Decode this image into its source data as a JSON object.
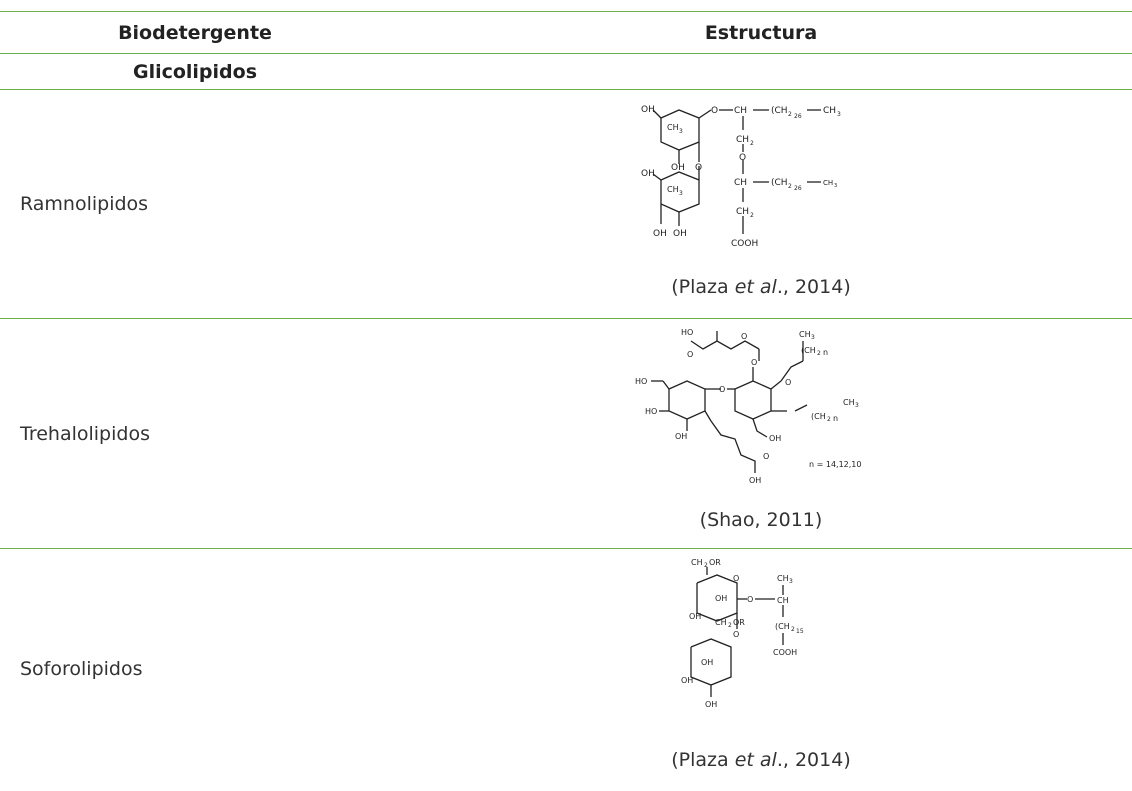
{
  "table": {
    "headers": {
      "col1": "Biodetergente",
      "col2": "Estructura"
    },
    "section_label": "Glicolipidos",
    "rows": [
      {
        "name": "Ramnolipidos",
        "citation_author": "(Plaza",
        "citation_etal": "et al",
        "citation_year": "., 2014)"
      },
      {
        "name": "Trehalolipidos",
        "citation": "(Shao, 2011)",
        "structure_note": "n = 14,12,10"
      },
      {
        "name": "Soforolipidos",
        "citation_author": "(Plaza",
        "citation_etal": "et al",
        "citation_year": "., 2014)"
      }
    ]
  },
  "chem": {
    "ramno": {
      "oh1": "OH",
      "ch3a": "CH",
      "sub3a": "3",
      "oh2": "OH",
      "o1": "O",
      "oh3": "OH",
      "ch3b": "CH",
      "sub3b": "3",
      "oh4": "OH",
      "oh5": "OH",
      "ch1": "CH",
      "chain1": "(CH",
      "sub2a": "2",
      "subn1": "26",
      "ch3c": "CH",
      "sub3c": "3",
      "ch2a": "CH",
      "sub2b": "2",
      "o2": "O",
      "ch2": "CH",
      "chain2": "(CH",
      "sub2c": "2",
      "subn2": "26",
      "ch3d": "CH",
      "sub3d": "3",
      "ch2b": "CH",
      "sub2d": "2",
      "cooh": "COOH"
    },
    "treha": {
      "ho1": "HO",
      "o1": "O",
      "o2": "O",
      "ch3": "CH",
      "sub3": "3",
      "ch2n": "(CH",
      "sub2": "2",
      "n1": "n",
      "ho2": "HO",
      "ho3": "HO",
      "oh1": "OH",
      "o3": "O",
      "o4": "O",
      "o5": "O",
      "ch2n2": "(CH",
      "sub2b": "2",
      "n2": "n",
      "ch3b": "CH",
      "sub3b": "3",
      "oh2": "OH",
      "o6": "O",
      "oh3": "OH"
    },
    "sofo": {
      "ch2or1": "CH",
      "sub2a": "2",
      "or1": "OR",
      "ch3": "CH",
      "sub3": "3",
      "oh1": "OH",
      "ch": "CH",
      "oh2": "OH",
      "ch2or2": "CH",
      "sub2b": "2",
      "or2": "OR",
      "ch215": "(CH",
      "sub2c": "2",
      "sub15": "15",
      "cooh": "COOH",
      "oh3": "OH",
      "oh4": "OH",
      "oh5": "OH",
      "o1": "O",
      "o2": "O",
      "o3": "O"
    }
  }
}
